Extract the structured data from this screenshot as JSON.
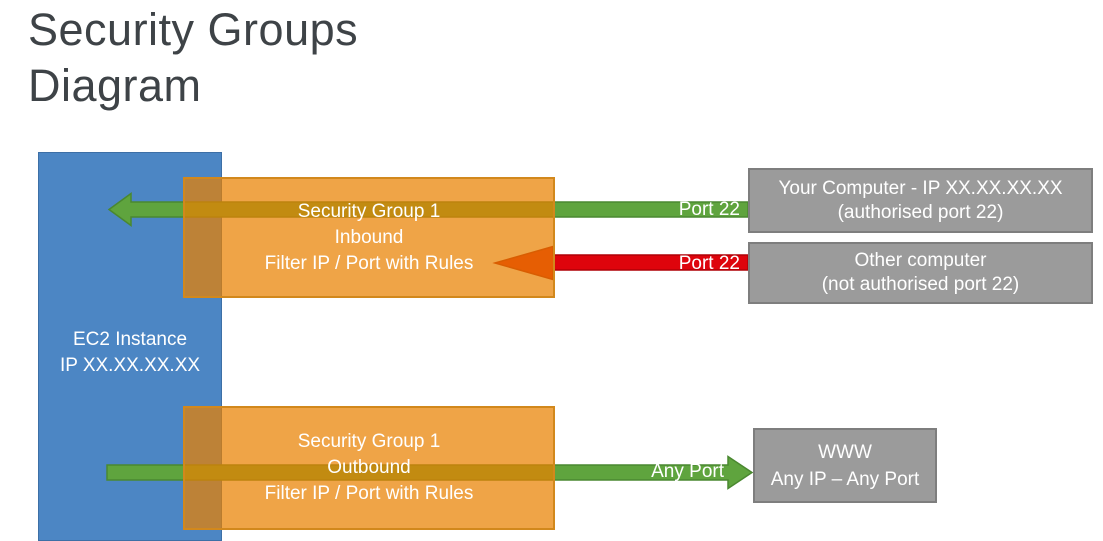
{
  "title": {
    "line1": "Security Groups",
    "line2": "Diagram"
  },
  "ec2": {
    "line1": "EC2 Instance",
    "line2": "IP XX.XX.XX.XX"
  },
  "sg_inbound": {
    "line1": "Security Group 1",
    "line2": "Inbound",
    "line3": "Filter IP / Port with Rules"
  },
  "sg_outbound": {
    "line1": "Security Group 1",
    "line2": "Outbound",
    "line3": "Filter IP / Port with Rules"
  },
  "your_computer": {
    "line1": "Your Computer - IP XX.XX.XX.XX",
    "line2": "(authorised port 22)"
  },
  "other_computer": {
    "line1": "Other computer",
    "line2": "(not authorised port 22)"
  },
  "www": {
    "line1": "WWW",
    "line2": "Any IP – Any Port"
  },
  "labels": {
    "inbound_allowed": "Port 22",
    "inbound_blocked": "Port 22",
    "outbound": "Any Port"
  },
  "colors": {
    "title_text": "#3E4347",
    "ec2_blue": "#4C86C4",
    "ec2_blue_border": "#3D6FA6",
    "sg_orange_fill": "rgba(233,129,0,0.72)",
    "sg_orange_border": "#D2881C",
    "arrow_green": "#5FA43E",
    "arrow_green_stroke": "#4A8830",
    "arrow_red": "#DE040C",
    "arrow_red_stroke": "#AF0007",
    "endpoint_gray": "#9B9B9B",
    "endpoint_gray_border": "#7E7E7E",
    "label_text": "#FFFFFF"
  }
}
